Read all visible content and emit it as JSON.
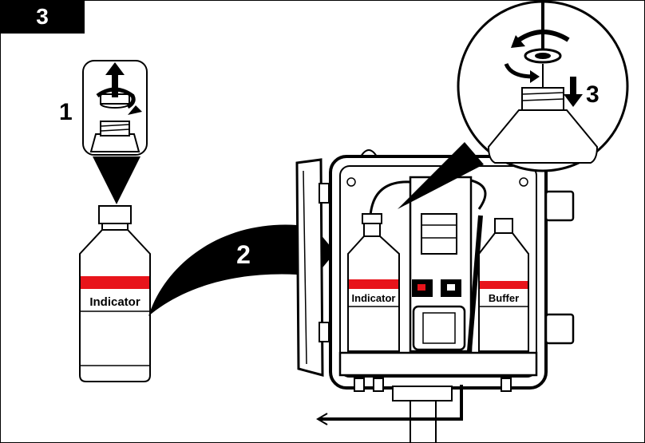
{
  "step": {
    "number": "3"
  },
  "callouts": {
    "remove_cap": "1",
    "move_bottle": "2",
    "attach_cap": "3"
  },
  "bottles": {
    "loose_label": "Indicator",
    "installed_left_label": "Indicator",
    "installed_right_label": "Buffer"
  },
  "colors": {
    "label_stripe": "#e8141b",
    "line": "#000000",
    "background": "#ffffff",
    "step_tab": "#000000"
  },
  "icons": [
    "unscrew-rotate-icon",
    "lift-arrow-icon",
    "curved-move-arrow-icon",
    "rotate-tighten-icon",
    "push-down-arrow-icon"
  ]
}
